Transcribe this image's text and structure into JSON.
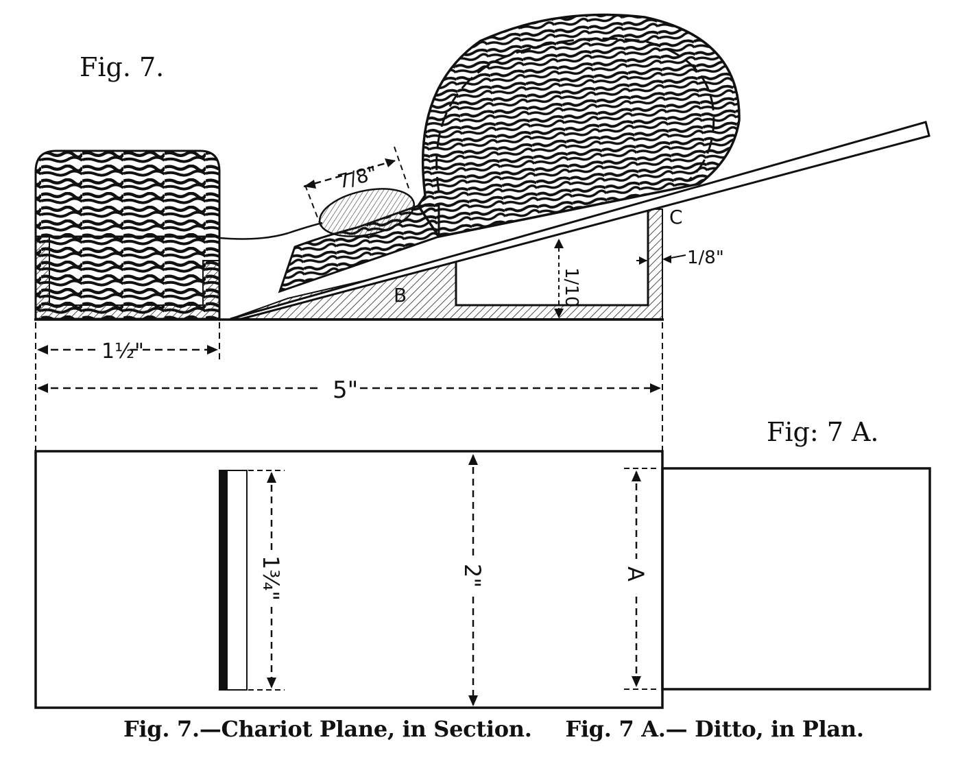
{
  "figure": {
    "fig7_title": "Fig. 7.",
    "fig7a_title": "Fig: 7 A.",
    "caption_left": "Fig. 7.—Chariot Plane, in Section.",
    "caption_right": "Fig. 7 A.— Ditto, in Plan."
  },
  "section_labels": {
    "b": "B",
    "c": "C"
  },
  "dimensions": {
    "iron_width": "7/8\"",
    "toe_length": "1½\"",
    "overall_length": "5\"",
    "mouth_gap": "1/8\"",
    "bed_height": "1/10",
    "iron_slot_width": "1¾\"",
    "plan_width": "2\"",
    "plan_label_a": "A"
  },
  "colors": {
    "ink": "#111111",
    "paper": "#ffffff"
  }
}
